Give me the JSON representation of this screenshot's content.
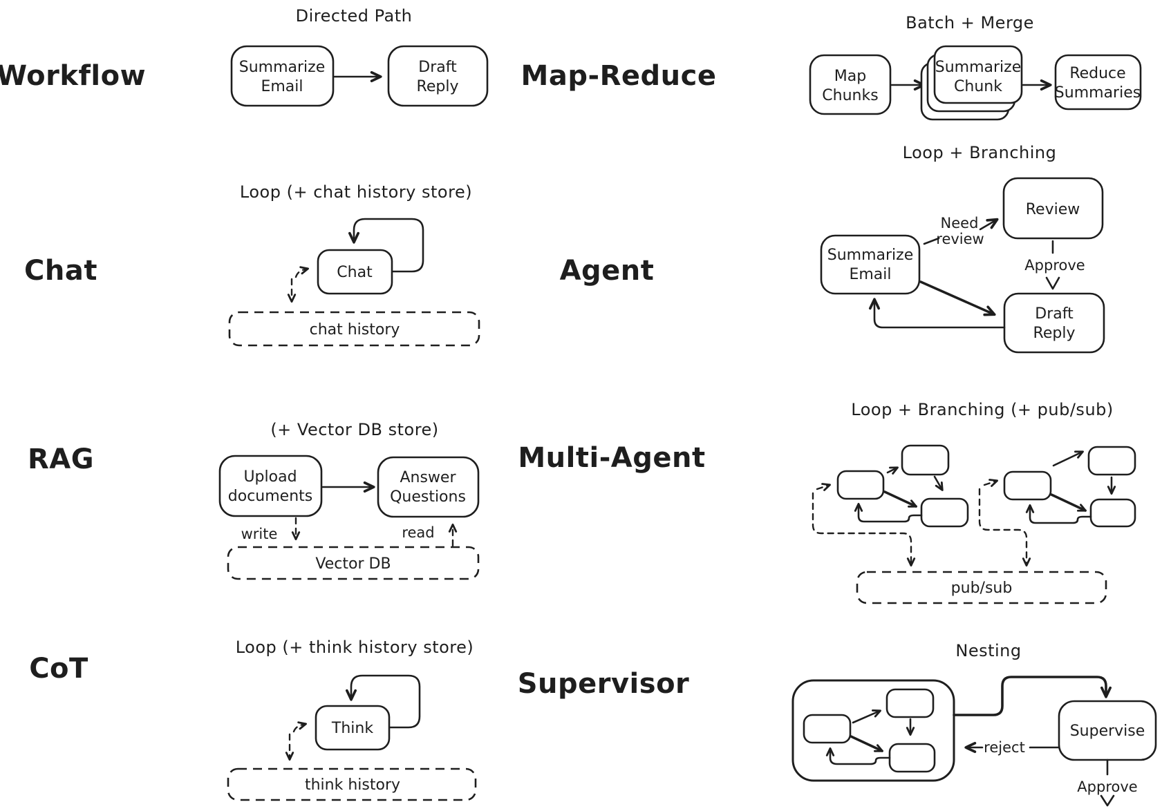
{
  "colors": {
    "ink": "#1e1e1e",
    "paper": "#ffffff"
  },
  "panels": [
    {
      "id": "workflow",
      "label": "Workflow",
      "pattern_title": "Directed Path",
      "nodes": {
        "summarize_email": [
          "Summarize",
          "Email"
        ],
        "draft_reply": [
          "Draft",
          "Reply"
        ]
      }
    },
    {
      "id": "map_reduce",
      "label": "Map-Reduce",
      "pattern_title": "Batch + Merge",
      "nodes": {
        "map_chunks": [
          "Map",
          "Chunks"
        ],
        "summarize_chunk": [
          "Summarize",
          "Chunk"
        ],
        "reduce_summaries": [
          "Reduce",
          "Summaries"
        ]
      }
    },
    {
      "id": "chat",
      "label": "Chat",
      "pattern_title": "Loop (+ chat history store)",
      "nodes": {
        "chat": "Chat",
        "chat_history": "chat history"
      }
    },
    {
      "id": "agent",
      "label": "Agent",
      "pattern_title": "Loop + Branching",
      "nodes": {
        "review": "Review",
        "summarize_email": [
          "Summarize",
          "Email"
        ],
        "draft_reply": [
          "Draft",
          "Reply"
        ]
      },
      "edge_labels": {
        "need_review": [
          "Need",
          "review"
        ],
        "approve": "Approve"
      }
    },
    {
      "id": "rag",
      "label": "RAG",
      "pattern_title": "(+ Vector DB store)",
      "nodes": {
        "upload_documents": [
          "Upload",
          "documents"
        ],
        "answer_questions": [
          "Answer",
          "Questions"
        ],
        "vector_db": "Vector DB"
      },
      "edge_labels": {
        "write": "write",
        "read": "read"
      }
    },
    {
      "id": "multi_agent",
      "label": "Multi-Agent",
      "pattern_title": "Loop + Branching (+ pub/sub)",
      "nodes": {
        "pub_sub": "pub/sub"
      }
    },
    {
      "id": "cot",
      "label": "CoT",
      "pattern_title": "Loop (+ think history store)",
      "nodes": {
        "think": "Think",
        "think_history": "think history"
      }
    },
    {
      "id": "supervisor",
      "label": "Supervisor",
      "pattern_title": "Nesting",
      "nodes": {
        "supervise": "Supervise"
      },
      "edge_labels": {
        "reject": "reject",
        "approve": "Approve"
      }
    }
  ]
}
